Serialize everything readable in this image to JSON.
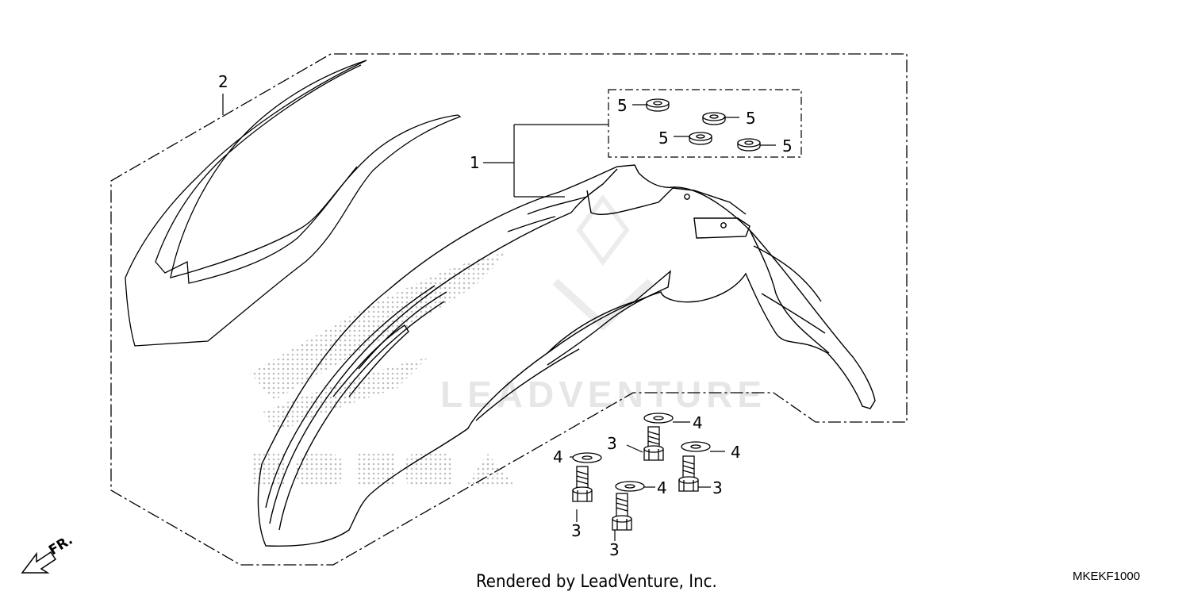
{
  "callouts": {
    "part_1": "1",
    "part_2": "2",
    "part_3": "3",
    "part_4": "4",
    "part_5": "5"
  },
  "footer": {
    "credit": "Rendered by LeadVenture, Inc.",
    "diagram_code": "MKEKF1000"
  },
  "direction": {
    "label": "FR."
  },
  "colors": {
    "line": "#000000",
    "watermark": "#e6e6e6",
    "background": "#ffffff"
  }
}
